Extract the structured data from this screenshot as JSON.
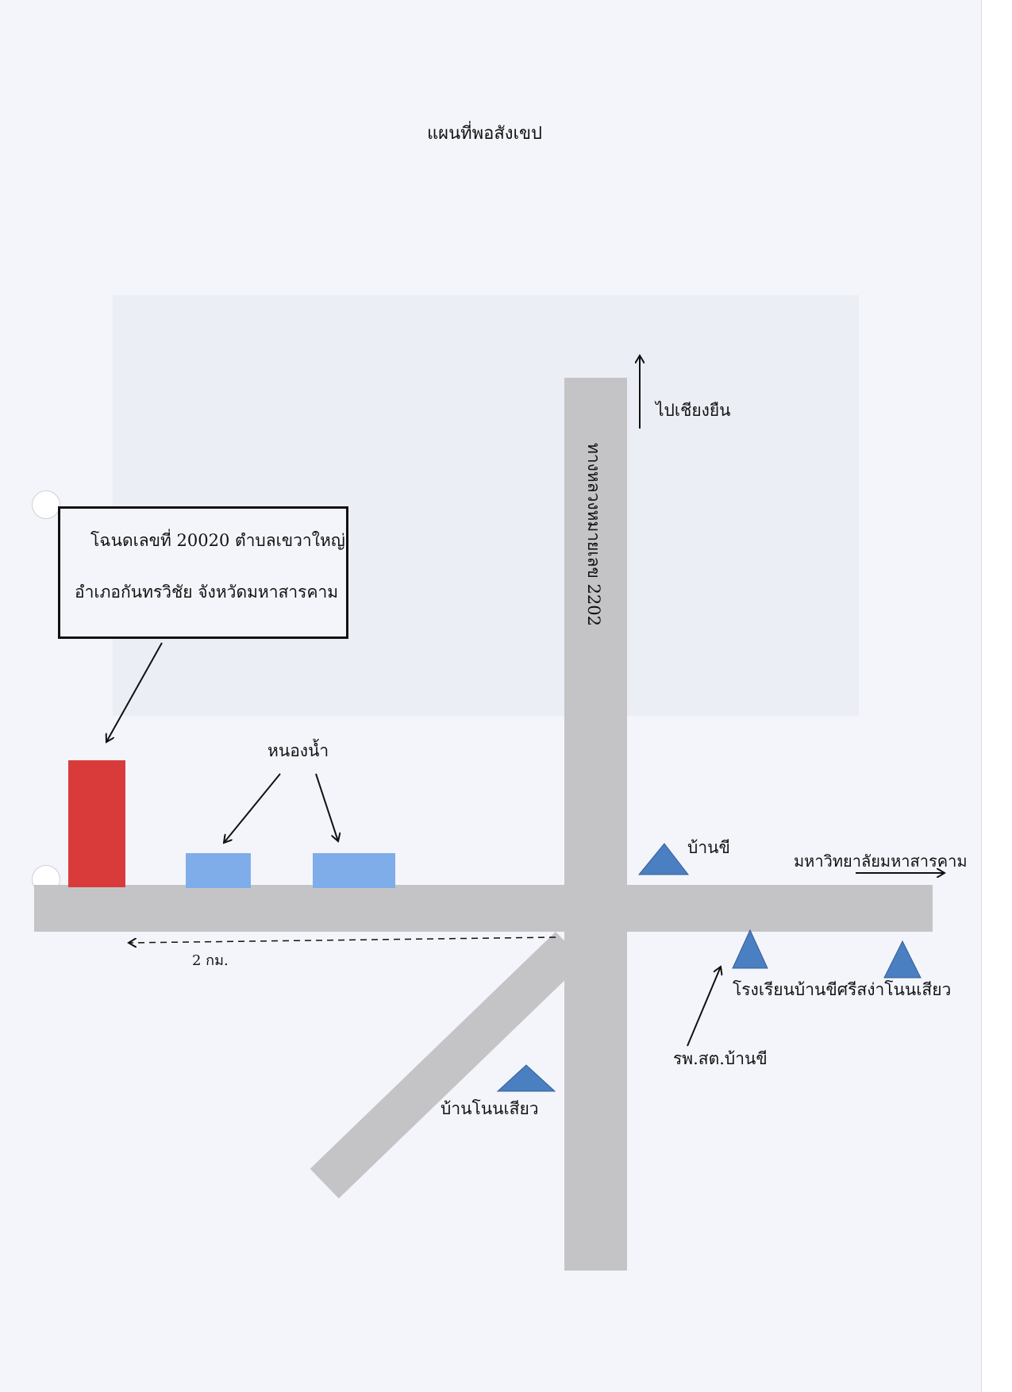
{
  "map": {
    "title": "แผนที่พอสังเขป",
    "parcel_callout": {
      "line1": "โฉนดเลขที่ 20020 ตำบลเขวาใหญ่",
      "line2": "อำเภอกันทรวิชัย จังหวัดมหาสารคาม"
    },
    "highway_label": "ทางหลวงหมายเลข 2202",
    "direction_north": "ไปเชียงยืน",
    "direction_east": "มหาวิทยาลัยมหาสารคาม",
    "pond_label": "หนองน้ำ",
    "distance_label": "2 กม.",
    "landmarks": {
      "ban_khi": "บ้านขี",
      "school": "โรงเรียนบ้านขีศรีสง่าโนนเสียว",
      "hospital": "รพ.สต.บ้านขี",
      "ban_non_siao": "บ้านโนนเสียว"
    },
    "colors": {
      "road": "#c4c4c7",
      "parcel": "#d93b3b",
      "pond": "#7fadea",
      "landmark": "#4a7fc1"
    }
  }
}
